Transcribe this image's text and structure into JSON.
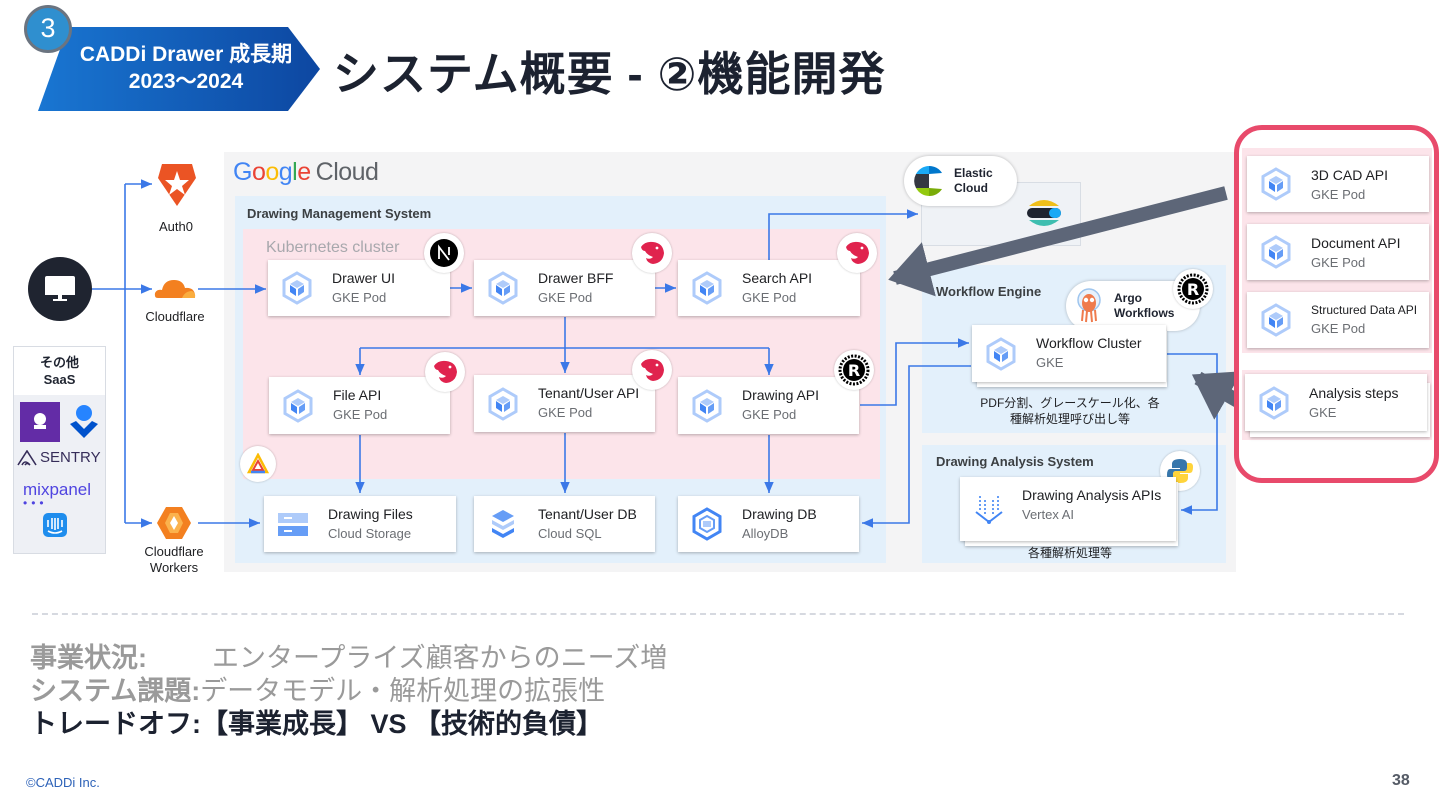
{
  "header": {
    "phase_number": "3",
    "phase_line1": "CADDi Drawer  成長期",
    "phase_line2": "2023～2024",
    "title": "システム概要 - ②機能開発"
  },
  "colors": {
    "phase_banner": "#1565c0",
    "highlight_border": "#e84a6b",
    "connector": "#3b78e7",
    "big_arrow": "#5d6678",
    "k8s_bg": "#fce4ea",
    "system_bg": "#e3f0fb"
  },
  "externals": {
    "client_icon": "monitor-icon",
    "auth0": "Auth0",
    "cloudflare": "Cloudflare",
    "cloudflare_workers": "Cloudflare\nWorkers",
    "saas_title_line1": "その他",
    "saas_title_line2": "SaaS",
    "saas_items": [
      "Datadog",
      "Atlassian Statuspage",
      "SENTRY",
      "mixpanel",
      "Intercom"
    ]
  },
  "gcp": {
    "logo_google": [
      "G",
      "o",
      "o",
      "g",
      "l",
      "e"
    ],
    "logo_cloud": "Cloud",
    "dms_label": "Drawing Management System",
    "k8s_label": "Kubernetes cluster",
    "pods": [
      {
        "title": "Drawer UI",
        "sub": "GKE Pod",
        "badge": "nextjs"
      },
      {
        "title": "Drawer BFF",
        "sub": "GKE Pod",
        "badge": "nestjs"
      },
      {
        "title": "Search API",
        "sub": "GKE Pod",
        "badge": "nestjs"
      },
      {
        "title": "File API",
        "sub": "GKE Pod",
        "badge": "nestjs"
      },
      {
        "title": "Tenant/User API",
        "sub": "GKE Pod",
        "badge": "nestjs"
      },
      {
        "title": "Drawing API",
        "sub": "GKE Pod",
        "badge": "rust"
      }
    ],
    "stores": [
      {
        "title": "Drawing Files",
        "sub": "Cloud Storage"
      },
      {
        "title": "Tenant/User DB",
        "sub": "Cloud SQL"
      },
      {
        "title": "Drawing DB",
        "sub": "AlloyDB"
      }
    ],
    "elastic_line1": "Elastic",
    "elastic_line2": "Cloud",
    "workflow_label": "Workflow Engine",
    "argo_line1": "Argo",
    "argo_line2": "Workflows",
    "workflow_cluster": {
      "title": "Workflow Cluster",
      "sub": "GKE"
    },
    "workflow_note_line1": "PDF分割、グレースケール化、各",
    "workflow_note_line2": "種解析処理呼び出し等",
    "das_label": "Drawing Analysis System",
    "das_node": {
      "title": "Drawing Analysis APIs",
      "sub": "Vertex AI"
    },
    "das_note": "各種解析処理等"
  },
  "new_components": [
    {
      "title": "3D CAD API",
      "sub": "GKE Pod"
    },
    {
      "title": "Document API",
      "sub": "GKE Pod"
    },
    {
      "title": "Structured Data API",
      "sub": "GKE Pod"
    },
    {
      "title": "Analysis steps",
      "sub": "GKE"
    }
  ],
  "summary": {
    "business_label": "事業状況:",
    "business_value": "エンタープライズ顧客からのニーズ増",
    "issue_label": "システム課題:",
    "issue_value": "データモデル・解析処理の拡張性",
    "tradeoff_label": "トレードオフ:",
    "tradeoff_value": "【事業成長】 VS 【技術的負債】"
  },
  "footer": {
    "copyright": "©CADDi Inc.",
    "page_number": "38"
  }
}
